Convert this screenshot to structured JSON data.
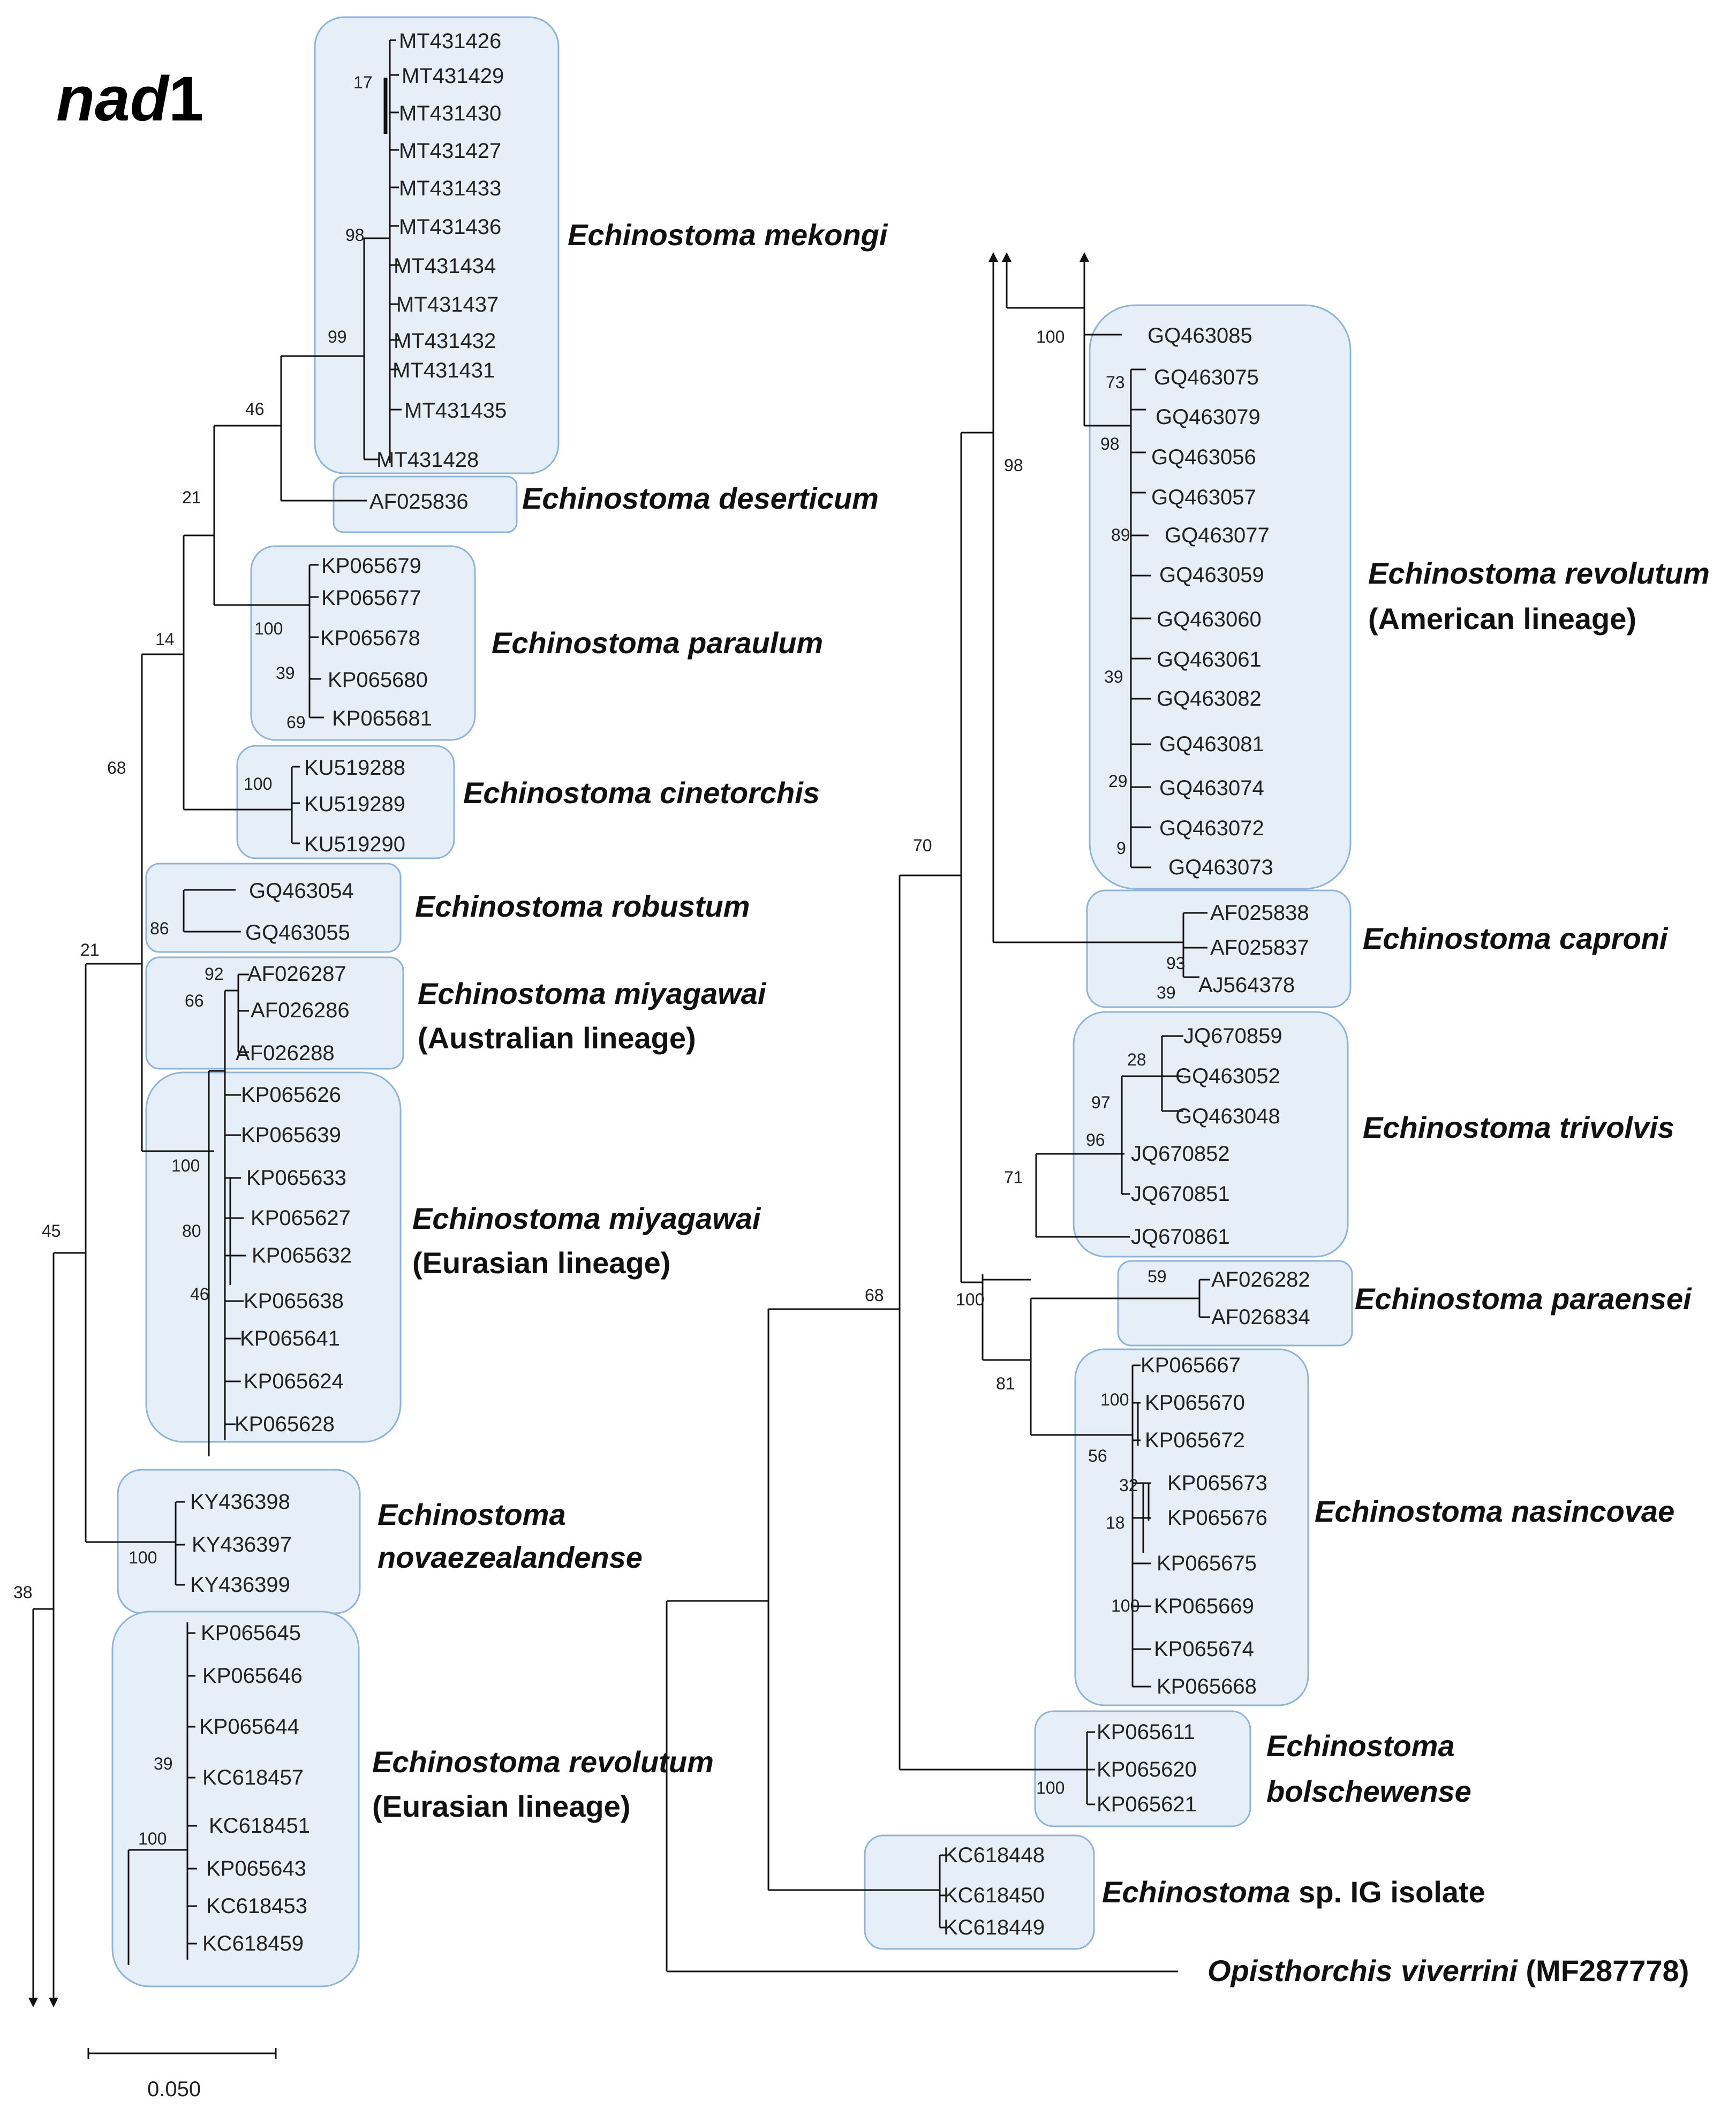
{
  "title": {
    "italic": "nad",
    "normal": "1"
  },
  "scale_bar": {
    "label": "0.050"
  },
  "colors": {
    "clade_fill": "#e6eff8",
    "clade_border": "#8fb4d8",
    "branch": "#111111"
  },
  "clades": [
    {
      "tips": [
        "MT431426",
        "MT431429",
        "MT431430",
        "MT431427",
        "MT431433",
        "MT431436",
        "MT431434",
        "MT431437",
        "MT431432",
        "MT431431",
        "MT431435",
        "MT431428"
      ],
      "label": [
        {
          "text": "Echinostoma mekongi",
          "italic": true
        }
      ]
    },
    {
      "tips": [
        "AF025836"
      ],
      "label": [
        {
          "text": "Echinostoma deserticum",
          "italic": true
        }
      ]
    },
    {
      "tips": [
        "KP065679",
        "KP065677",
        "KP065678",
        "KP065680",
        "KP065681"
      ],
      "label": [
        {
          "text": "Echinostoma paraulum",
          "italic": true
        }
      ]
    },
    {
      "tips": [
        "KU519288",
        "KU519289",
        "KU519290"
      ],
      "label": [
        {
          "text": "Echinostoma cinetorchis",
          "italic": true
        }
      ]
    },
    {
      "tips": [
        "GQ463054",
        "GQ463055"
      ],
      "label": [
        {
          "text": "Echinostoma robustum",
          "italic": true
        }
      ]
    },
    {
      "tips": [
        "AF026287",
        "AF026286",
        "AF026288"
      ],
      "label": [
        {
          "text": "Echinostoma miyagawai",
          "italic": true
        }
      ],
      "label2": "(Australian lineage)"
    },
    {
      "tips": [
        "KP065626",
        "KP065639",
        "KP065633",
        "KP065627",
        "KP065632",
        "KP065638",
        "KP065641",
        "KP065624",
        "KP065628"
      ],
      "label": [
        {
          "text": "Echinostoma miyagawai",
          "italic": true
        }
      ],
      "label2": "(Eurasian lineage)"
    },
    {
      "tips": [
        "KY436398",
        "KY436397",
        "KY436399"
      ],
      "label": [
        {
          "text": "Echinostoma",
          "italic": true
        }
      ],
      "label2": "novaezealandense",
      "label2_italic": true
    },
    {
      "tips": [
        "KP065645",
        "KP065646",
        "KP065644",
        "KC618457",
        "KC618451",
        "KP065643",
        "KC618453",
        "KC618459"
      ],
      "label": [
        {
          "text": "Echinostoma revolutum",
          "italic": true
        }
      ],
      "label2": "(Eurasian lineage)"
    },
    {
      "tips": [
        "GQ463085",
        "GQ463075",
        "GQ463079",
        "GQ463056",
        "GQ463057",
        "GQ463077",
        "GQ463059",
        "GQ463060",
        "GQ463061",
        "GQ463082",
        "GQ463081",
        "GQ463074",
        "GQ463072",
        "GQ463073"
      ],
      "label": [
        {
          "text": "Echinostoma revolutum",
          "italic": true
        }
      ],
      "label2": "(American lineage)"
    },
    {
      "tips": [
        "AF025838",
        "AF025837",
        "AJ564378"
      ],
      "label": [
        {
          "text": "Echinostoma caproni",
          "italic": true
        }
      ]
    },
    {
      "tips": [
        "JQ670859",
        "GQ463052",
        "GQ463048",
        "JQ670852",
        "JQ670851",
        "JQ670861"
      ],
      "label": [
        {
          "text": "Echinostoma trivolvis",
          "italic": true
        }
      ]
    },
    {
      "tips": [
        "AF026282",
        "AF026834"
      ],
      "label": [
        {
          "text": "Echinostoma paraensei",
          "italic": true
        }
      ]
    },
    {
      "tips": [
        "KP065667",
        "KP065670",
        "KP065672",
        "KP065673",
        "KP065676",
        "KP065675",
        "KP065669",
        "KP065674",
        "KP065668"
      ],
      "label": [
        {
          "text": "Echinostoma nasincovae",
          "italic": true
        }
      ]
    },
    {
      "tips": [
        "KP065611",
        "KP065620",
        "KP065621"
      ],
      "label": [
        {
          "text": "Echinostoma",
          "italic": true
        }
      ],
      "label2": "bolschewense",
      "label2_italic": true
    },
    {
      "tips": [
        "KC618448",
        "KC618450",
        "KC618449"
      ],
      "label": [
        {
          "text": "Echinostoma",
          "italic": true
        },
        {
          "text": " sp. IG isolate",
          "italic": false
        }
      ]
    },
    {
      "tips": [],
      "label": [
        {
          "text": "Opisthorchis viverrini",
          "italic": true
        },
        {
          "text": " (MF287778)",
          "italic": false
        }
      ]
    }
  ],
  "support_values": [
    "17",
    "98",
    "99",
    "46",
    "21",
    "100",
    "39",
    "69",
    "14",
    "100",
    "68",
    "86",
    "21",
    "92",
    "66",
    "100",
    "80",
    "46",
    "45",
    "100",
    "38",
    "39",
    "100",
    "100",
    "73",
    "98",
    "89",
    "39",
    "29",
    "9",
    "98",
    "93",
    "39",
    "70",
    "28",
    "97",
    "96",
    "71",
    "68",
    "100",
    "59",
    "81",
    "100",
    "56",
    "32",
    "18",
    "100",
    "100"
  ]
}
